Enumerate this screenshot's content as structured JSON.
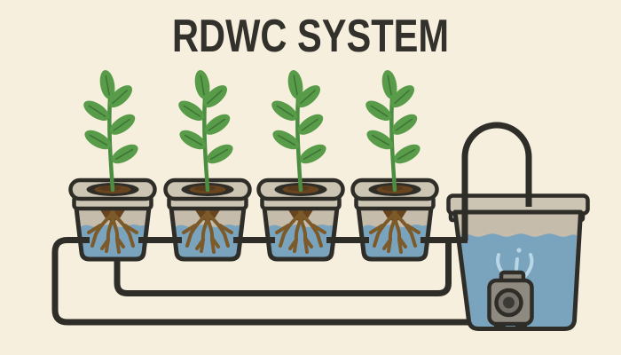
{
  "title": "RDWC SYSTEM",
  "system": {
    "grow_buckets": 4,
    "reservoirs": 1,
    "water_pumps": 1
  },
  "colors": {
    "bg": "#f6efdd",
    "outline": "#2e2d28",
    "title": "#32312c",
    "lid": "#ccc5b4",
    "bucket": "#c5bcab",
    "water": "#7aa4be",
    "soil": "#68451f",
    "soil-dark": "#583a1c",
    "roots": "#7c5a29",
    "leaf": "#589b48",
    "leaf-vein": "#3e7637",
    "stem": "#4b8e41",
    "pump": "#8e8a7f",
    "pump-mid": "#75716a",
    "pump-dark": "#3b3a35",
    "spray": "#b7d7e6"
  }
}
